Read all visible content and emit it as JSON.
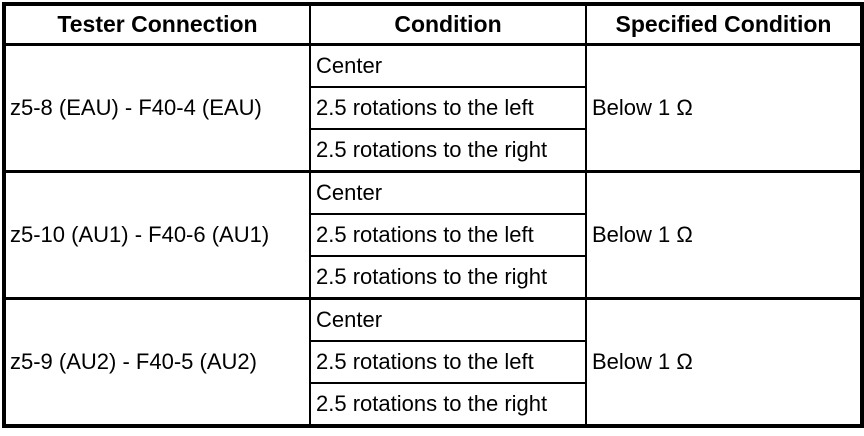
{
  "table": {
    "headers": [
      "Tester Connection",
      "Condition",
      "Specified Condition"
    ],
    "groups": [
      {
        "tester_connection": "z5-8 (EAU) - F40-4 (EAU)",
        "conditions": [
          "Center",
          "2.5 rotations to the left",
          "2.5 rotations to the right"
        ],
        "specified_condition": "Below 1 Ω"
      },
      {
        "tester_connection": "z5-10 (AU1) - F40-6 (AU1)",
        "conditions": [
          "Center",
          "2.5 rotations to the left",
          "2.5 rotations to the right"
        ],
        "specified_condition": "Below 1 Ω"
      },
      {
        "tester_connection": "z5-9 (AU2) - F40-5 (AU2)",
        "conditions": [
          "Center",
          "2.5 rotations to the left",
          "2.5 rotations to the right"
        ],
        "specified_condition": "Below 1 Ω"
      }
    ]
  },
  "colors": {
    "border": "#000000",
    "background": "#ffffff",
    "text": "#000000"
  }
}
